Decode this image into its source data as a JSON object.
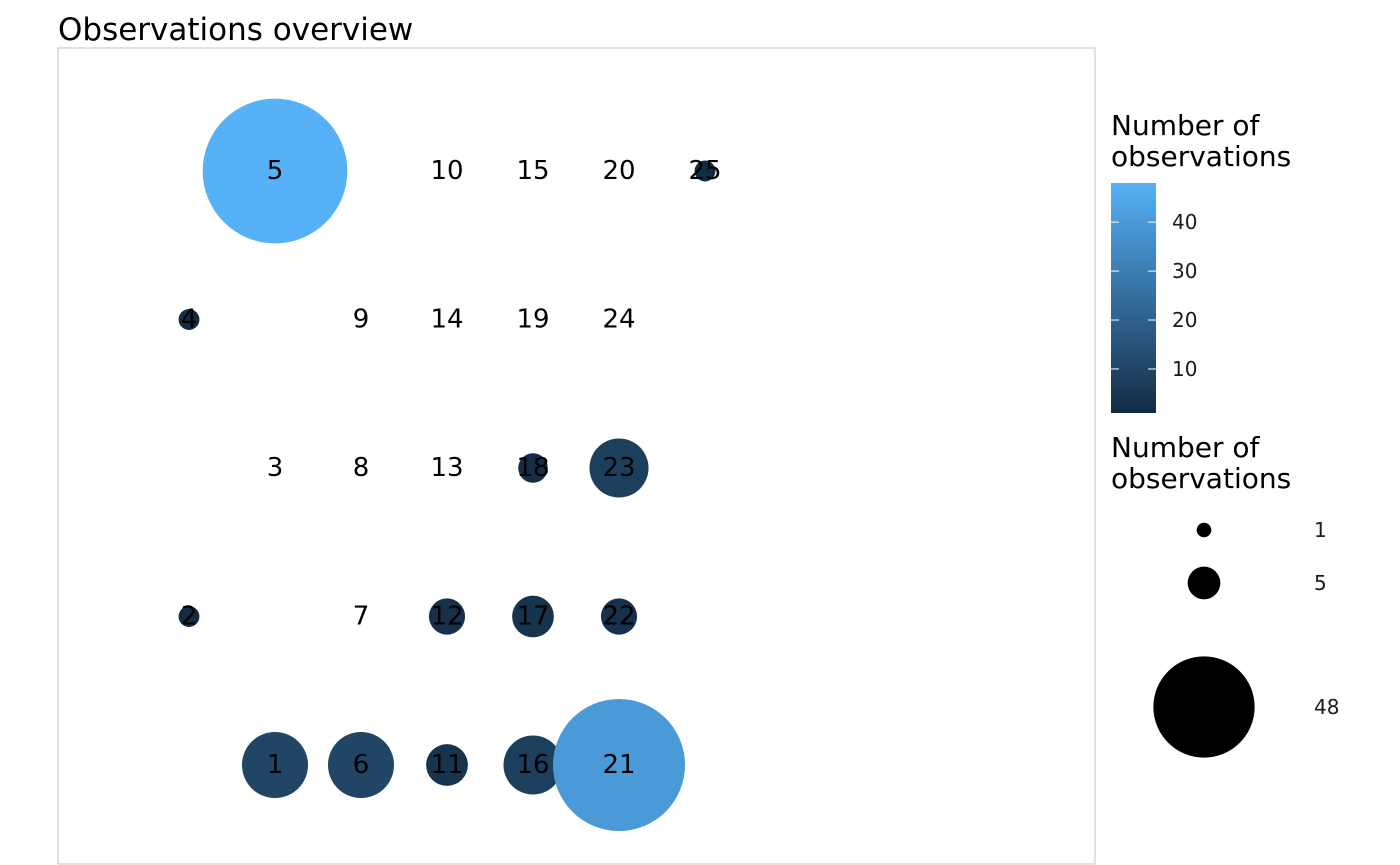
{
  "chart_data": {
    "type": "scatter",
    "title": "Observations overview",
    "xlabel": "",
    "ylabel": "",
    "grid": false,
    "legend_placement": "right",
    "color_scale": {
      "low": "#132B43",
      "high": "#56B1F7",
      "min": 1,
      "max": 48
    },
    "points": [
      {
        "label": "1",
        "col": 1,
        "row": 1,
        "n": 10
      },
      {
        "label": "2",
        "col": 0,
        "row": 2,
        "n": 1
      },
      {
        "label": "3",
        "col": 1,
        "row": 3,
        "n": 0
      },
      {
        "label": "4",
        "col": 0,
        "row": 4,
        "n": 1
      },
      {
        "label": "5",
        "col": 1,
        "row": 5,
        "n": 48
      },
      {
        "label": "6",
        "col": 2,
        "row": 1,
        "n": 10
      },
      {
        "label": "7",
        "col": 2,
        "row": 2,
        "n": 0
      },
      {
        "label": "8",
        "col": 2,
        "row": 3,
        "n": 0
      },
      {
        "label": "9",
        "col": 2,
        "row": 4,
        "n": 0
      },
      {
        "label": "10",
        "col": 3,
        "row": 5,
        "n": 0
      },
      {
        "label": "11",
        "col": 3,
        "row": 1,
        "n": 4
      },
      {
        "label": "12",
        "col": 3,
        "row": 2,
        "n": 3
      },
      {
        "label": "13",
        "col": 3,
        "row": 3,
        "n": 0
      },
      {
        "label": "14",
        "col": 3,
        "row": 4,
        "n": 0
      },
      {
        "label": "15",
        "col": 4,
        "row": 5,
        "n": 0
      },
      {
        "label": "16",
        "col": 4,
        "row": 1,
        "n": 8
      },
      {
        "label": "17",
        "col": 4,
        "row": 2,
        "n": 4
      },
      {
        "label": "18",
        "col": 4,
        "row": 3,
        "n": 2
      },
      {
        "label": "19",
        "col": 4,
        "row": 4,
        "n": 0
      },
      {
        "label": "20",
        "col": 5,
        "row": 5,
        "n": 0
      },
      {
        "label": "21",
        "col": 5,
        "row": 1,
        "n": 40
      },
      {
        "label": "22",
        "col": 5,
        "row": 2,
        "n": 3
      },
      {
        "label": "23",
        "col": 5,
        "row": 3,
        "n": 8
      },
      {
        "label": "24",
        "col": 5,
        "row": 4,
        "n": 0
      },
      {
        "label": "25",
        "col": 6,
        "row": 5,
        "n": 1
      }
    ]
  },
  "legend_color": {
    "title_lines": [
      "Number of",
      "observations"
    ],
    "ticks": [
      10,
      20,
      30,
      40
    ]
  },
  "legend_size": {
    "title_lines": [
      "Number of",
      "observations"
    ],
    "entries": [
      {
        "label": "1",
        "n": 1
      },
      {
        "label": "5",
        "n": 5
      },
      {
        "label": "48",
        "n": 48
      }
    ]
  }
}
